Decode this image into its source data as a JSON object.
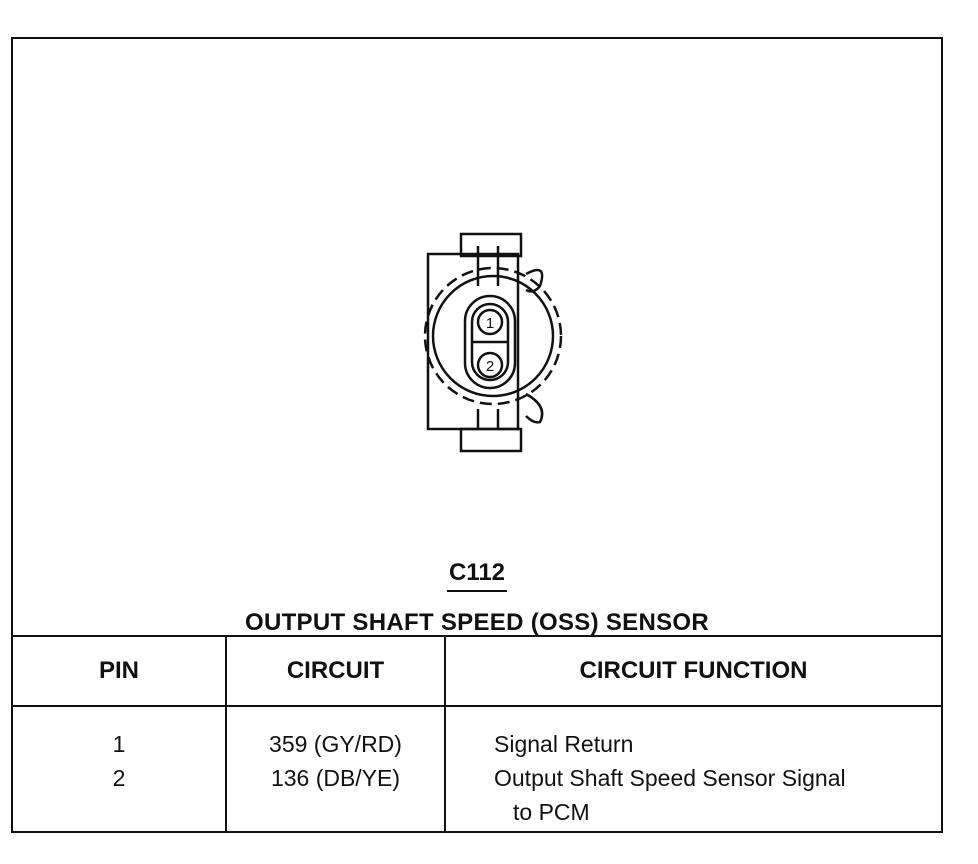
{
  "connector": {
    "id": "C112",
    "name": "OUTPUT SHAFT SPEED (OSS) SENSOR",
    "pin_labels": [
      "1",
      "2"
    ]
  },
  "table": {
    "headers": {
      "pin": "PIN",
      "circuit": "CIRCUIT",
      "function": "CIRCUIT FUNCTION"
    },
    "rows": [
      {
        "pin": "1",
        "circuit": "359 (GY/RD)",
        "function": "Signal Return",
        "function_cont": ""
      },
      {
        "pin": "2",
        "circuit": "136 (DB/YE)",
        "function": "Output Shaft Speed Sensor Signal",
        "function_cont": "to PCM"
      }
    ]
  }
}
